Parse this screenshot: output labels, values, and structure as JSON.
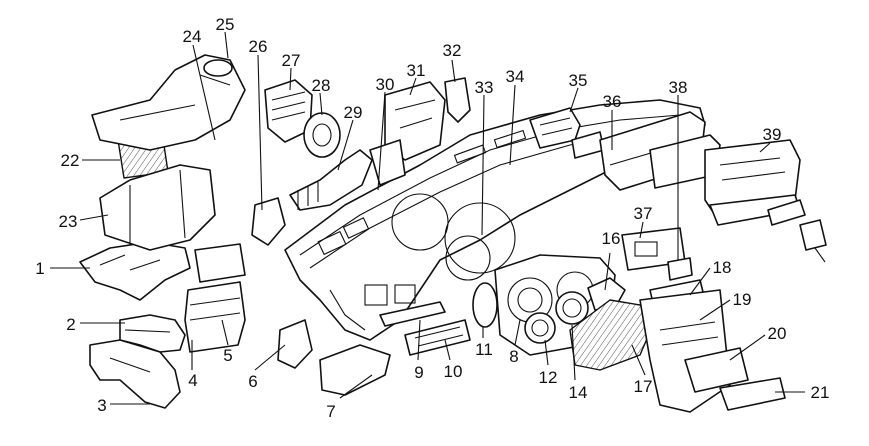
{
  "callouts": [
    {
      "id": "1",
      "label": "1"
    },
    {
      "id": "2",
      "label": "2"
    },
    {
      "id": "3",
      "label": "3"
    },
    {
      "id": "4",
      "label": "4"
    },
    {
      "id": "5",
      "label": "5"
    },
    {
      "id": "6",
      "label": "6"
    },
    {
      "id": "7",
      "label": "7"
    },
    {
      "id": "8",
      "label": "8"
    },
    {
      "id": "9",
      "label": "9"
    },
    {
      "id": "10",
      "label": "10"
    },
    {
      "id": "11",
      "label": "11"
    },
    {
      "id": "12",
      "label": "12"
    },
    {
      "id": "14",
      "label": "14"
    },
    {
      "id": "16",
      "label": "16"
    },
    {
      "id": "17",
      "label": "17"
    },
    {
      "id": "18",
      "label": "18"
    },
    {
      "id": "19",
      "label": "19"
    },
    {
      "id": "20",
      "label": "20"
    },
    {
      "id": "21",
      "label": "21"
    },
    {
      "id": "22",
      "label": "22"
    },
    {
      "id": "23",
      "label": "23"
    },
    {
      "id": "24",
      "label": "24"
    },
    {
      "id": "25",
      "label": "25"
    },
    {
      "id": "26",
      "label": "26"
    },
    {
      "id": "27",
      "label": "27"
    },
    {
      "id": "28",
      "label": "28"
    },
    {
      "id": "29",
      "label": "29"
    },
    {
      "id": "30",
      "label": "30"
    },
    {
      "id": "31",
      "label": "31"
    },
    {
      "id": "32",
      "label": "32"
    },
    {
      "id": "33",
      "label": "33"
    },
    {
      "id": "34",
      "label": "34"
    },
    {
      "id": "35",
      "label": "35"
    },
    {
      "id": "36",
      "label": "36"
    },
    {
      "id": "37",
      "label": "37"
    },
    {
      "id": "38",
      "label": "38"
    },
    {
      "id": "39",
      "label": "39"
    }
  ]
}
